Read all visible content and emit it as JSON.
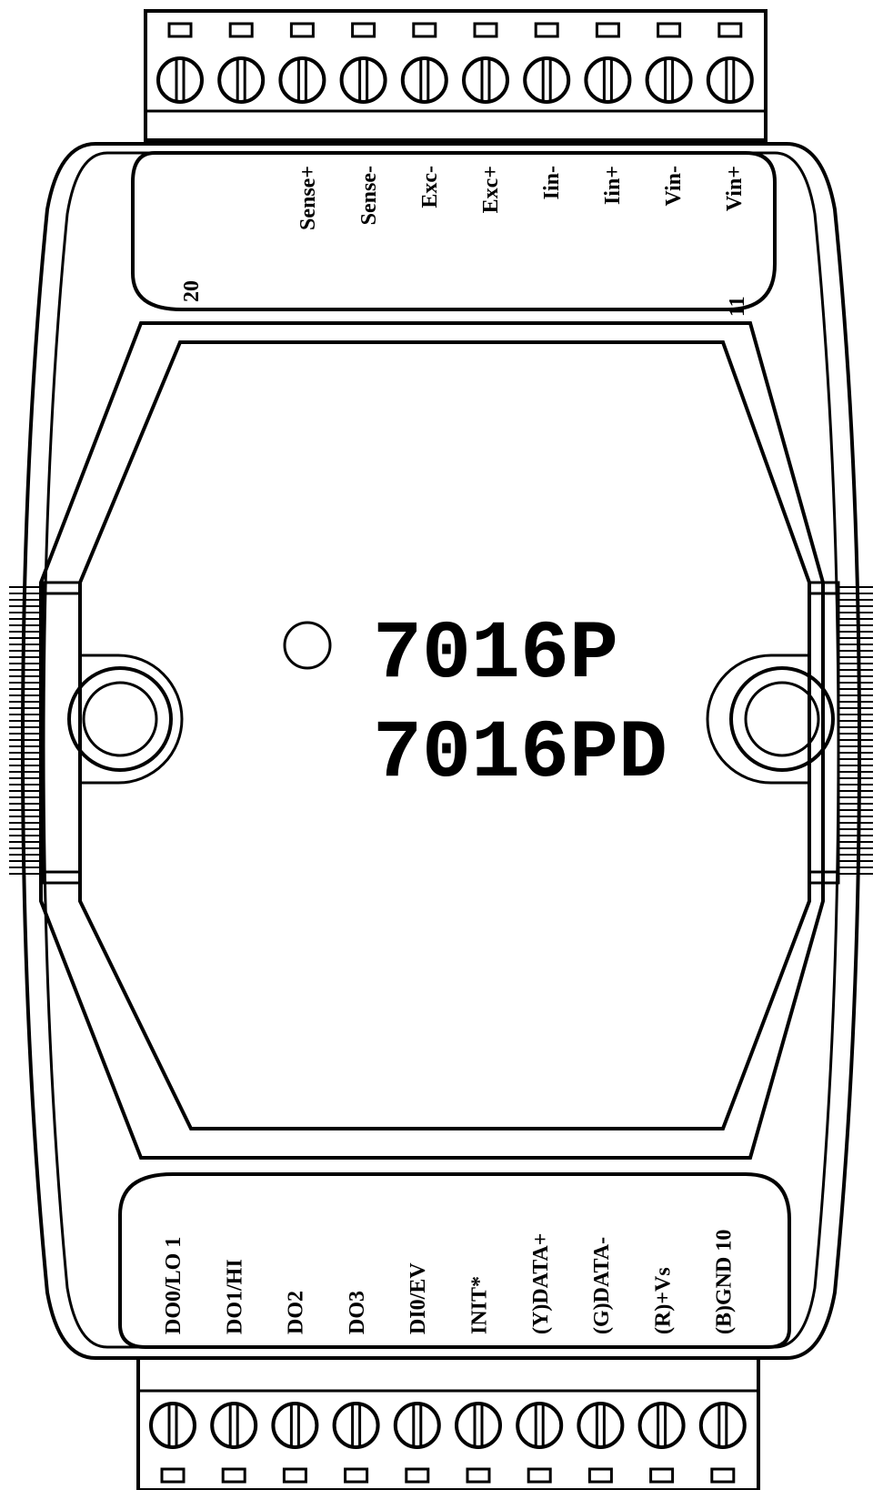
{
  "top_pins": {
    "first_number": "20",
    "last_number": "11",
    "labels": [
      "Sense+",
      "Sense-",
      "Exc-",
      "Exc+",
      "Iin-",
      "Iin+",
      "Vin-",
      "Vin+"
    ]
  },
  "model": {
    "line1": "7016P",
    "line2": "7016PD"
  },
  "bottom_pins": {
    "labels": [
      "DO0/LO 1",
      "DO1/HI",
      "DO2",
      "DO3",
      "DI0/EV",
      "INIT*",
      "(Y)DATA+",
      "(G)DATA-",
      "(R)+Vs",
      "(B)GND 10"
    ]
  },
  "terminal_count_per_block": 10
}
